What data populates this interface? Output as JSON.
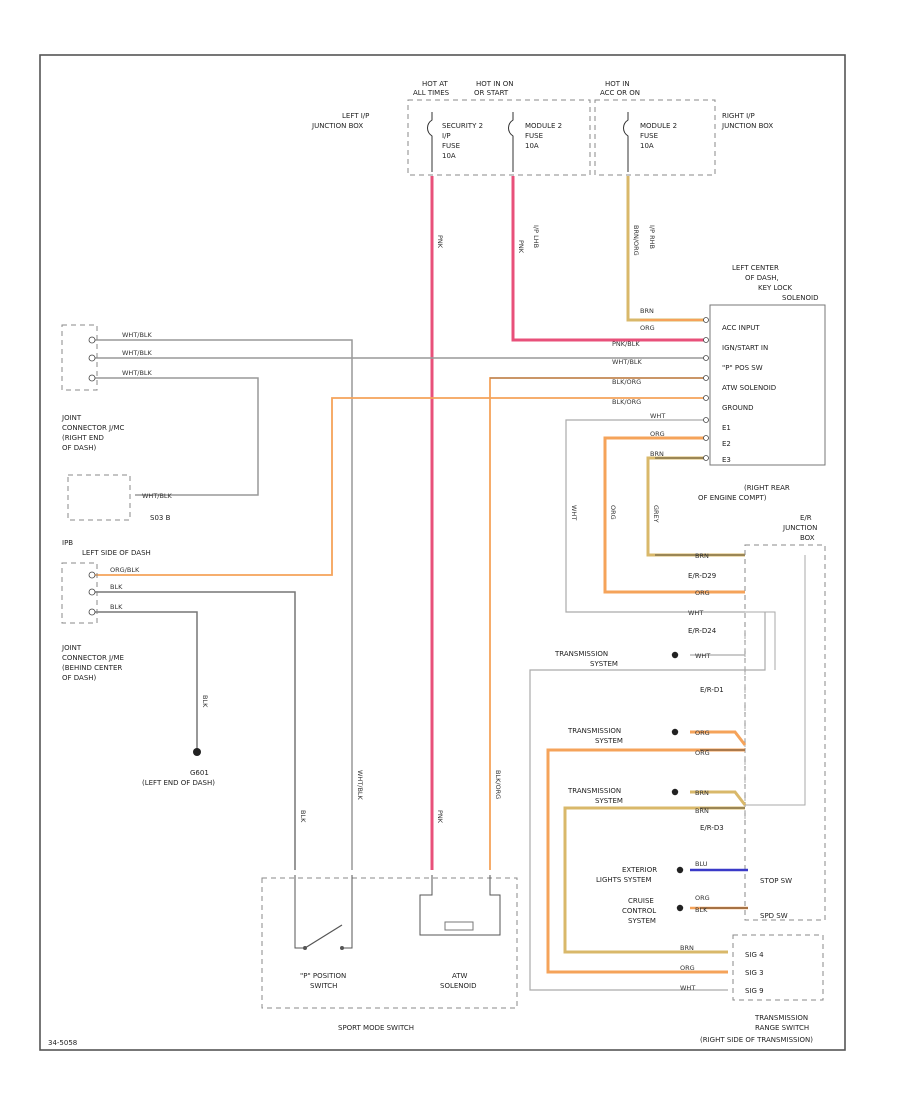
{
  "fuses": {
    "hot_at_all_times": "HOT AT ALL TIMES",
    "hot_in_on_or_start": "HOT IN ON OR START",
    "hot_in_acc_or_on": "HOT IN ACC OR ON",
    "left_jb": "LEFT I/P JUNCTION BOX",
    "right_jb": "RIGHT I/P JUNCTION BOX",
    "security_fuse": [
      "SECURITY 2",
      "I/P",
      "FUSE",
      "10A"
    ],
    "module2_fuse_on": [
      "MODULE 2",
      "FUSE",
      "10A"
    ],
    "module2_fuse_acc": [
      "MODULE 2",
      "FUSE",
      "10A"
    ],
    "ip_lhb": "I/P LHB",
    "ip_rhb": "I/P RHB"
  },
  "key_lock": {
    "location": [
      "LEFT CENTER",
      "OF DASH,",
      "KEY LOCK",
      "SOLENOID"
    ],
    "pins": [
      "ACC INPUT",
      "IGN/START IN",
      "\"P\" POS SW",
      "ATW SOLENOID",
      "GROUND",
      "E1",
      "E2",
      "E3"
    ],
    "wire_labels": [
      "BRN",
      "ORG",
      "PNK/BLK",
      "WHT/BLK",
      "BLK/ORG",
      "BLK/ORG",
      "WHT",
      "ORG",
      "BRN"
    ]
  },
  "joint_jmc": {
    "wires": [
      "WHT/BLK",
      "WHT/BLK",
      "WHT/BLK"
    ],
    "label": [
      "JOINT",
      "CONNECTOR J/MC",
      "(RIGHT END",
      "OF DASH)"
    ],
    "g03": "S03 B",
    "g03_wire": "WHT/BLK"
  },
  "joint_jme": {
    "ipb": "IPB",
    "location": "LEFT SIDE OF DASH",
    "wires": [
      "ORG/BLK",
      "BLK",
      "BLK"
    ],
    "label": [
      "JOINT",
      "CONNECTOR J/ME",
      "(BEHIND CENTER",
      "OF DASH)"
    ],
    "ground": [
      "G601",
      "(LEFT END OF DASH)"
    ],
    "ground_wire": "BLK"
  },
  "ecm_jb": {
    "location": [
      "(RIGHT REAR",
      "OF ENGINE COMPT)",
      "E/R",
      "JUNCTION",
      "BOX"
    ],
    "connectors": [
      "E/R-D29",
      "E/R-D24",
      "E/R-D1",
      "E/R-D3"
    ],
    "stop_sw": "STOP SW",
    "spd_sw": "SPD SW"
  },
  "systems": {
    "tms1": [
      "TRANSMISSION",
      "SYSTEM"
    ],
    "tms2": [
      "TRANSMISSION",
      "SYSTEM"
    ],
    "tms3": [
      "TRANSMISSION",
      "SYSTEM"
    ],
    "exterior": [
      "EXTERIOR",
      "LIGHTS SYSTEM"
    ],
    "cruise": [
      "CRUISE",
      "CONTROL",
      "SYSTEM"
    ]
  },
  "trs": {
    "pins": [
      "SIG 4",
      "SIG 3",
      "SIG 9"
    ],
    "label": [
      "TRANSMISSION",
      "RANGE SWITCH",
      "(RIGHT SIDE OF TRANSMISSION)"
    ]
  },
  "sport_mode": {
    "p_switch": [
      "\"P\" POSITION",
      "SWITCH"
    ],
    "atw": [
      "ATW",
      "SOLENOID"
    ],
    "label": "SPORT MODE SWITCH"
  },
  "vertical_wires": {
    "pnk": "PNK",
    "blk_org": "BLK/ORG",
    "wht_blk": "WHT/BLK",
    "blk": "BLK",
    "org_blk": "ORG/BLK",
    "ipl": "I/P LHB",
    "ipr": "I/P RHB",
    "brn_org": "BRN/ORG",
    "wht": "WHT",
    "org": "ORG",
    "grey": "GREY"
  },
  "misc_wires": {
    "wht": "WHT",
    "org": "ORG",
    "brn": "BRN",
    "blu": "BLU",
    "blk": "BLK"
  },
  "page_code": "34-5058",
  "colors": {
    "pink": "#e8507a",
    "orange": "#f5a35a",
    "tan": "#d9b86a",
    "blue": "#3a3ac8",
    "black": "#222222",
    "gray": "#999999"
  }
}
